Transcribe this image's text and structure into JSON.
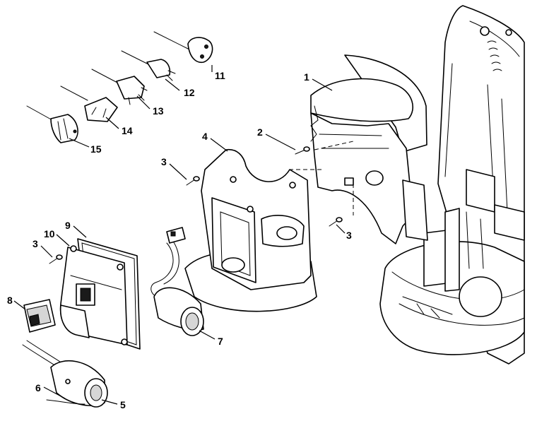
{
  "callouts": {
    "c1": "1",
    "c2": "2",
    "c3a": "3",
    "c3b": "3",
    "c3c": "3",
    "c4": "4",
    "c5": "5",
    "c6": "6",
    "c7": "7",
    "c8": "8",
    "c9": "9",
    "c10": "10",
    "c11": "11",
    "c12": "12",
    "c13": "13",
    "c14": "14",
    "c15": "15"
  }
}
